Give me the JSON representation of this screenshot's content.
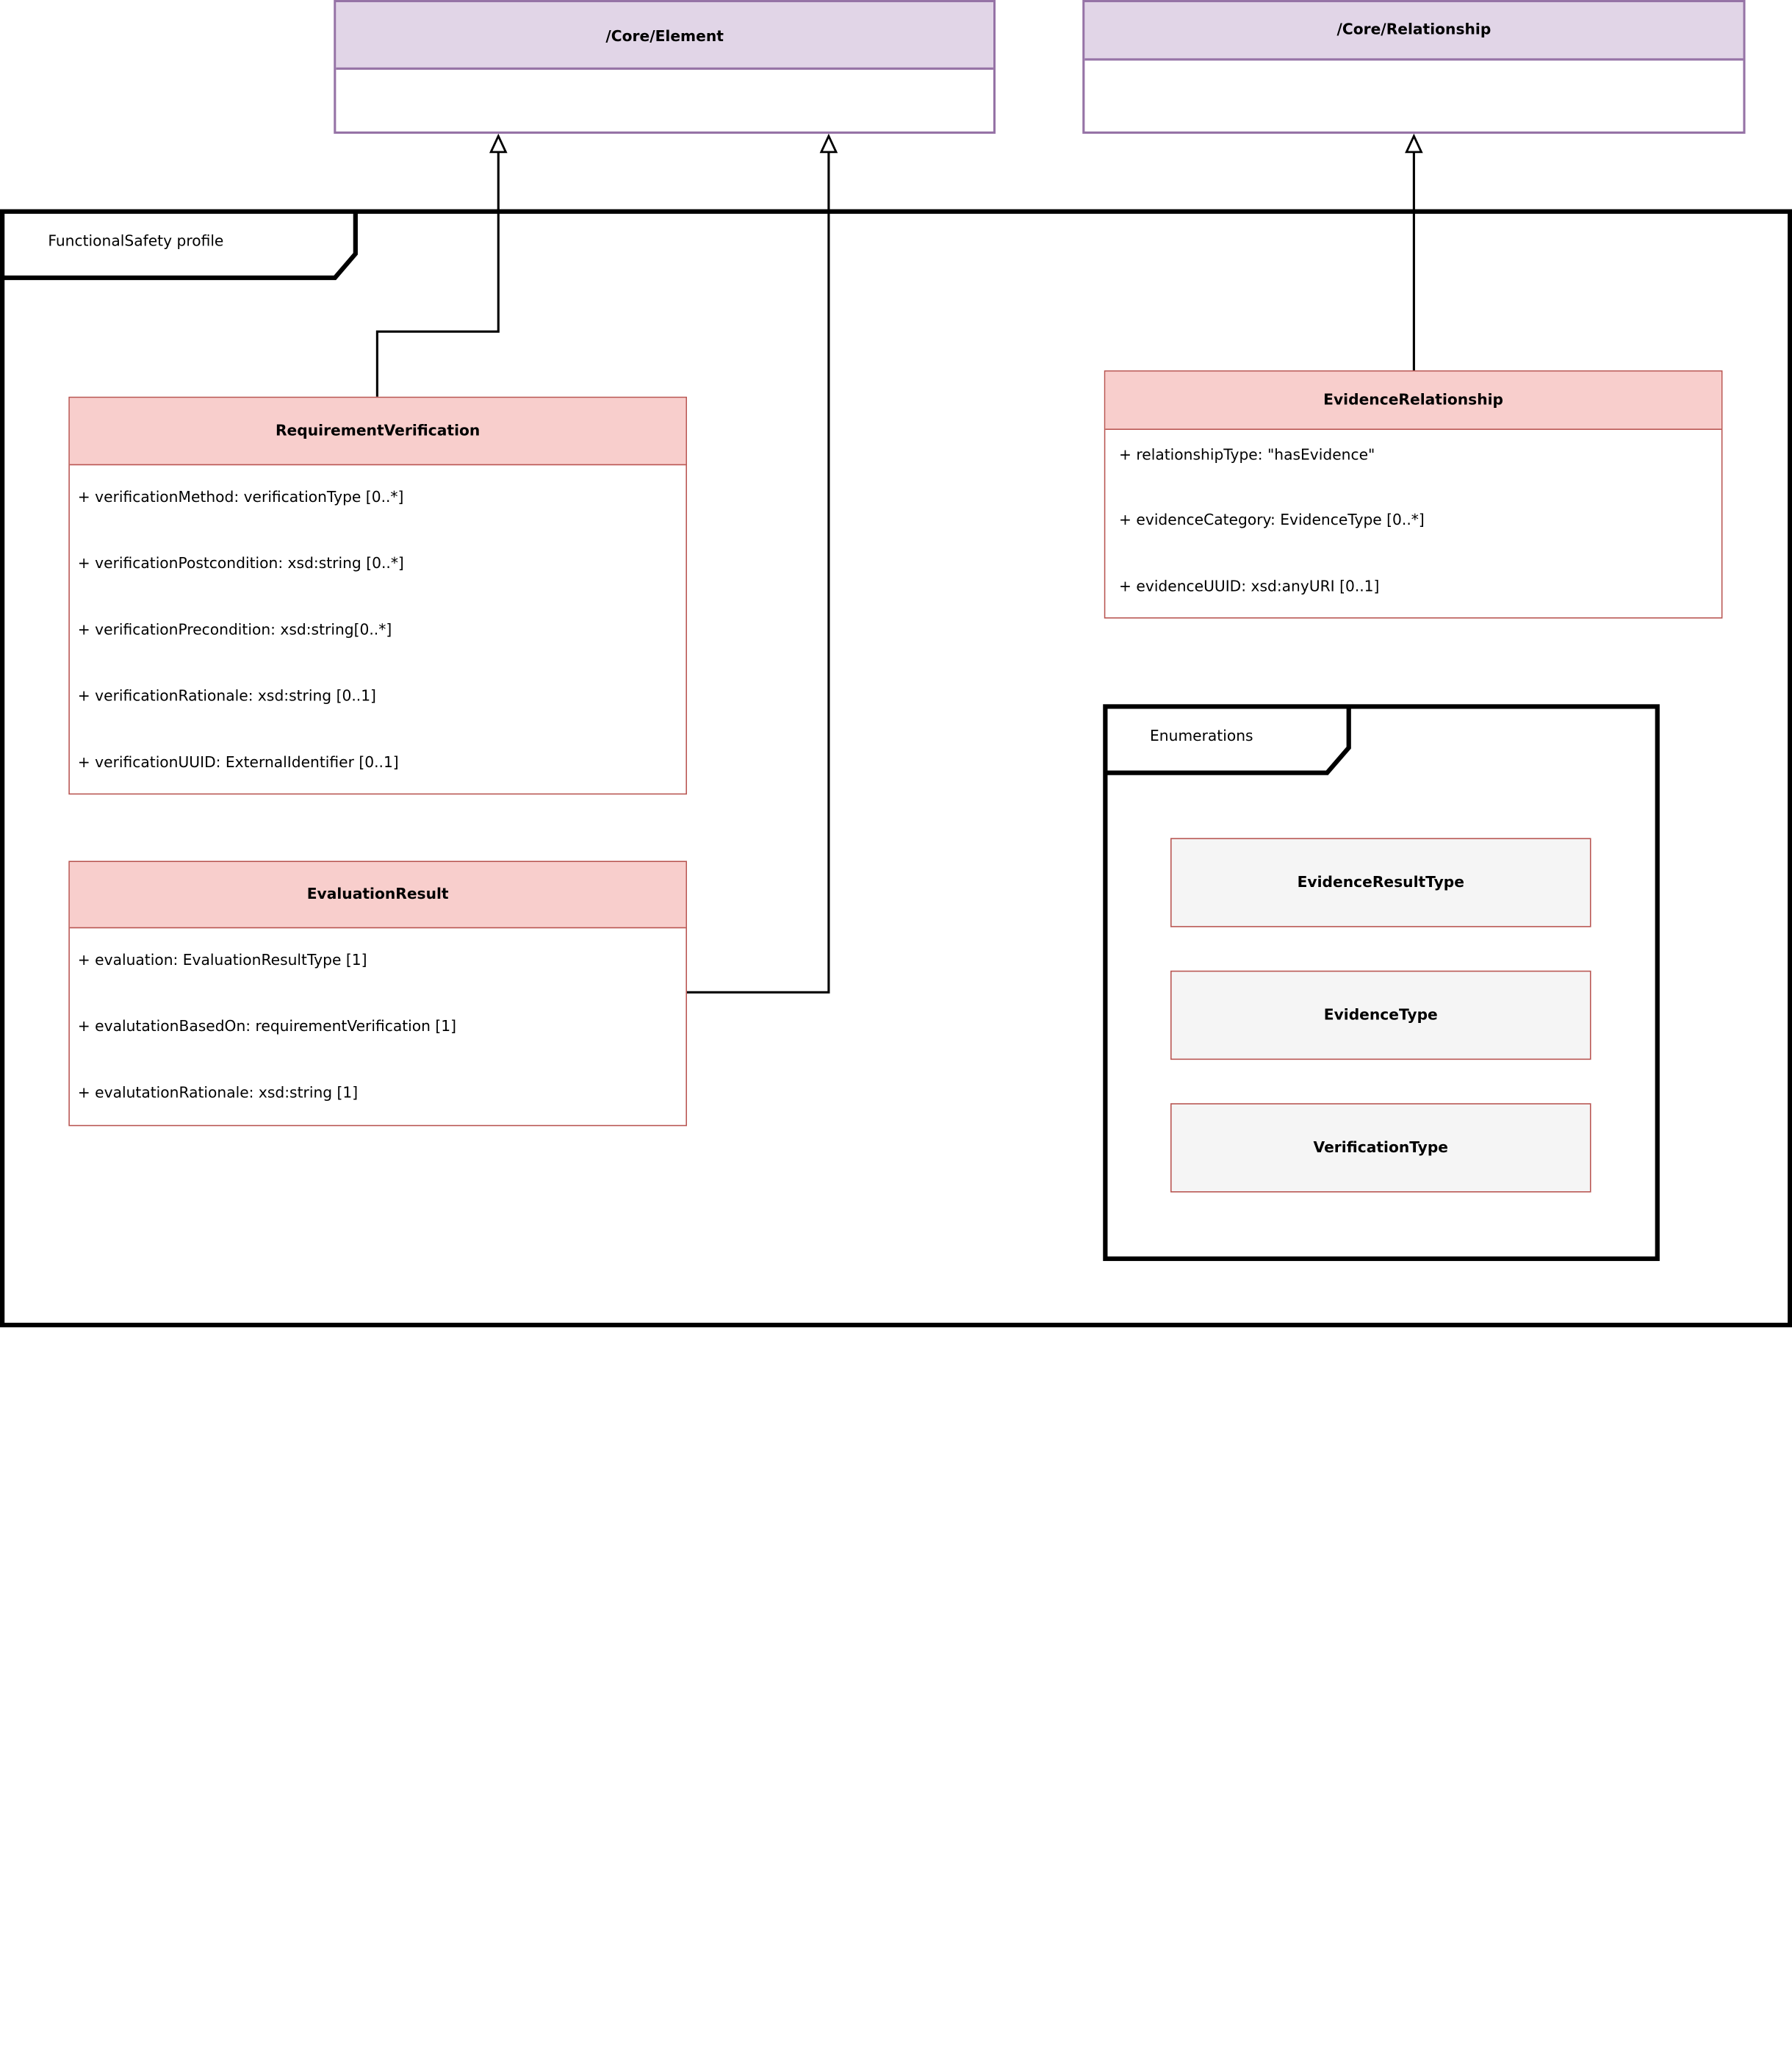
{
  "core_classes": {
    "element": {
      "title": "/Core/Element"
    },
    "relationship": {
      "title": "/Core/Relationship"
    }
  },
  "package": {
    "label": "FunctionalSafety profile"
  },
  "classes": {
    "requirement_verification": {
      "title": "RequirementVerification",
      "attributes": [
        "+ verificationMethod: verificationType [0..*]",
        "+ verificationPostcondition: xsd:string [0..*]",
        "+ verificationPrecondition: xsd:string[0..*]",
        "+ verificationRationale: xsd:string [0..1]",
        "+ verificationUUID: ExternalIdentifier [0..1]"
      ]
    },
    "evaluation_result": {
      "title": "EvaluationResult",
      "attributes": [
        "+ evaluation: EvaluationResultType [1]",
        "+ evalutationBasedOn: requirementVerification [1]",
        "+ evalutationRationale: xsd:string [1]"
      ]
    },
    "evidence_relationship": {
      "title": "EvidenceRelationship",
      "attributes": [
        "+ relationshipType: \"hasEvidence\"",
        "+ evidenceCategory: EvidenceType [0..*]",
        "+ evidenceUUID: xsd:anyURI [0..1]"
      ]
    }
  },
  "enumerations": {
    "label": "Enumerations",
    "items": [
      "EvidenceResultType",
      "EvidenceType",
      "VerificationType"
    ]
  },
  "colors": {
    "core_fill": "#e1d5e7",
    "core_stroke": "#9673a6",
    "class_fill": "#f8cecc",
    "class_stroke": "#b85450",
    "enum_fill": "#f5f5f5"
  }
}
